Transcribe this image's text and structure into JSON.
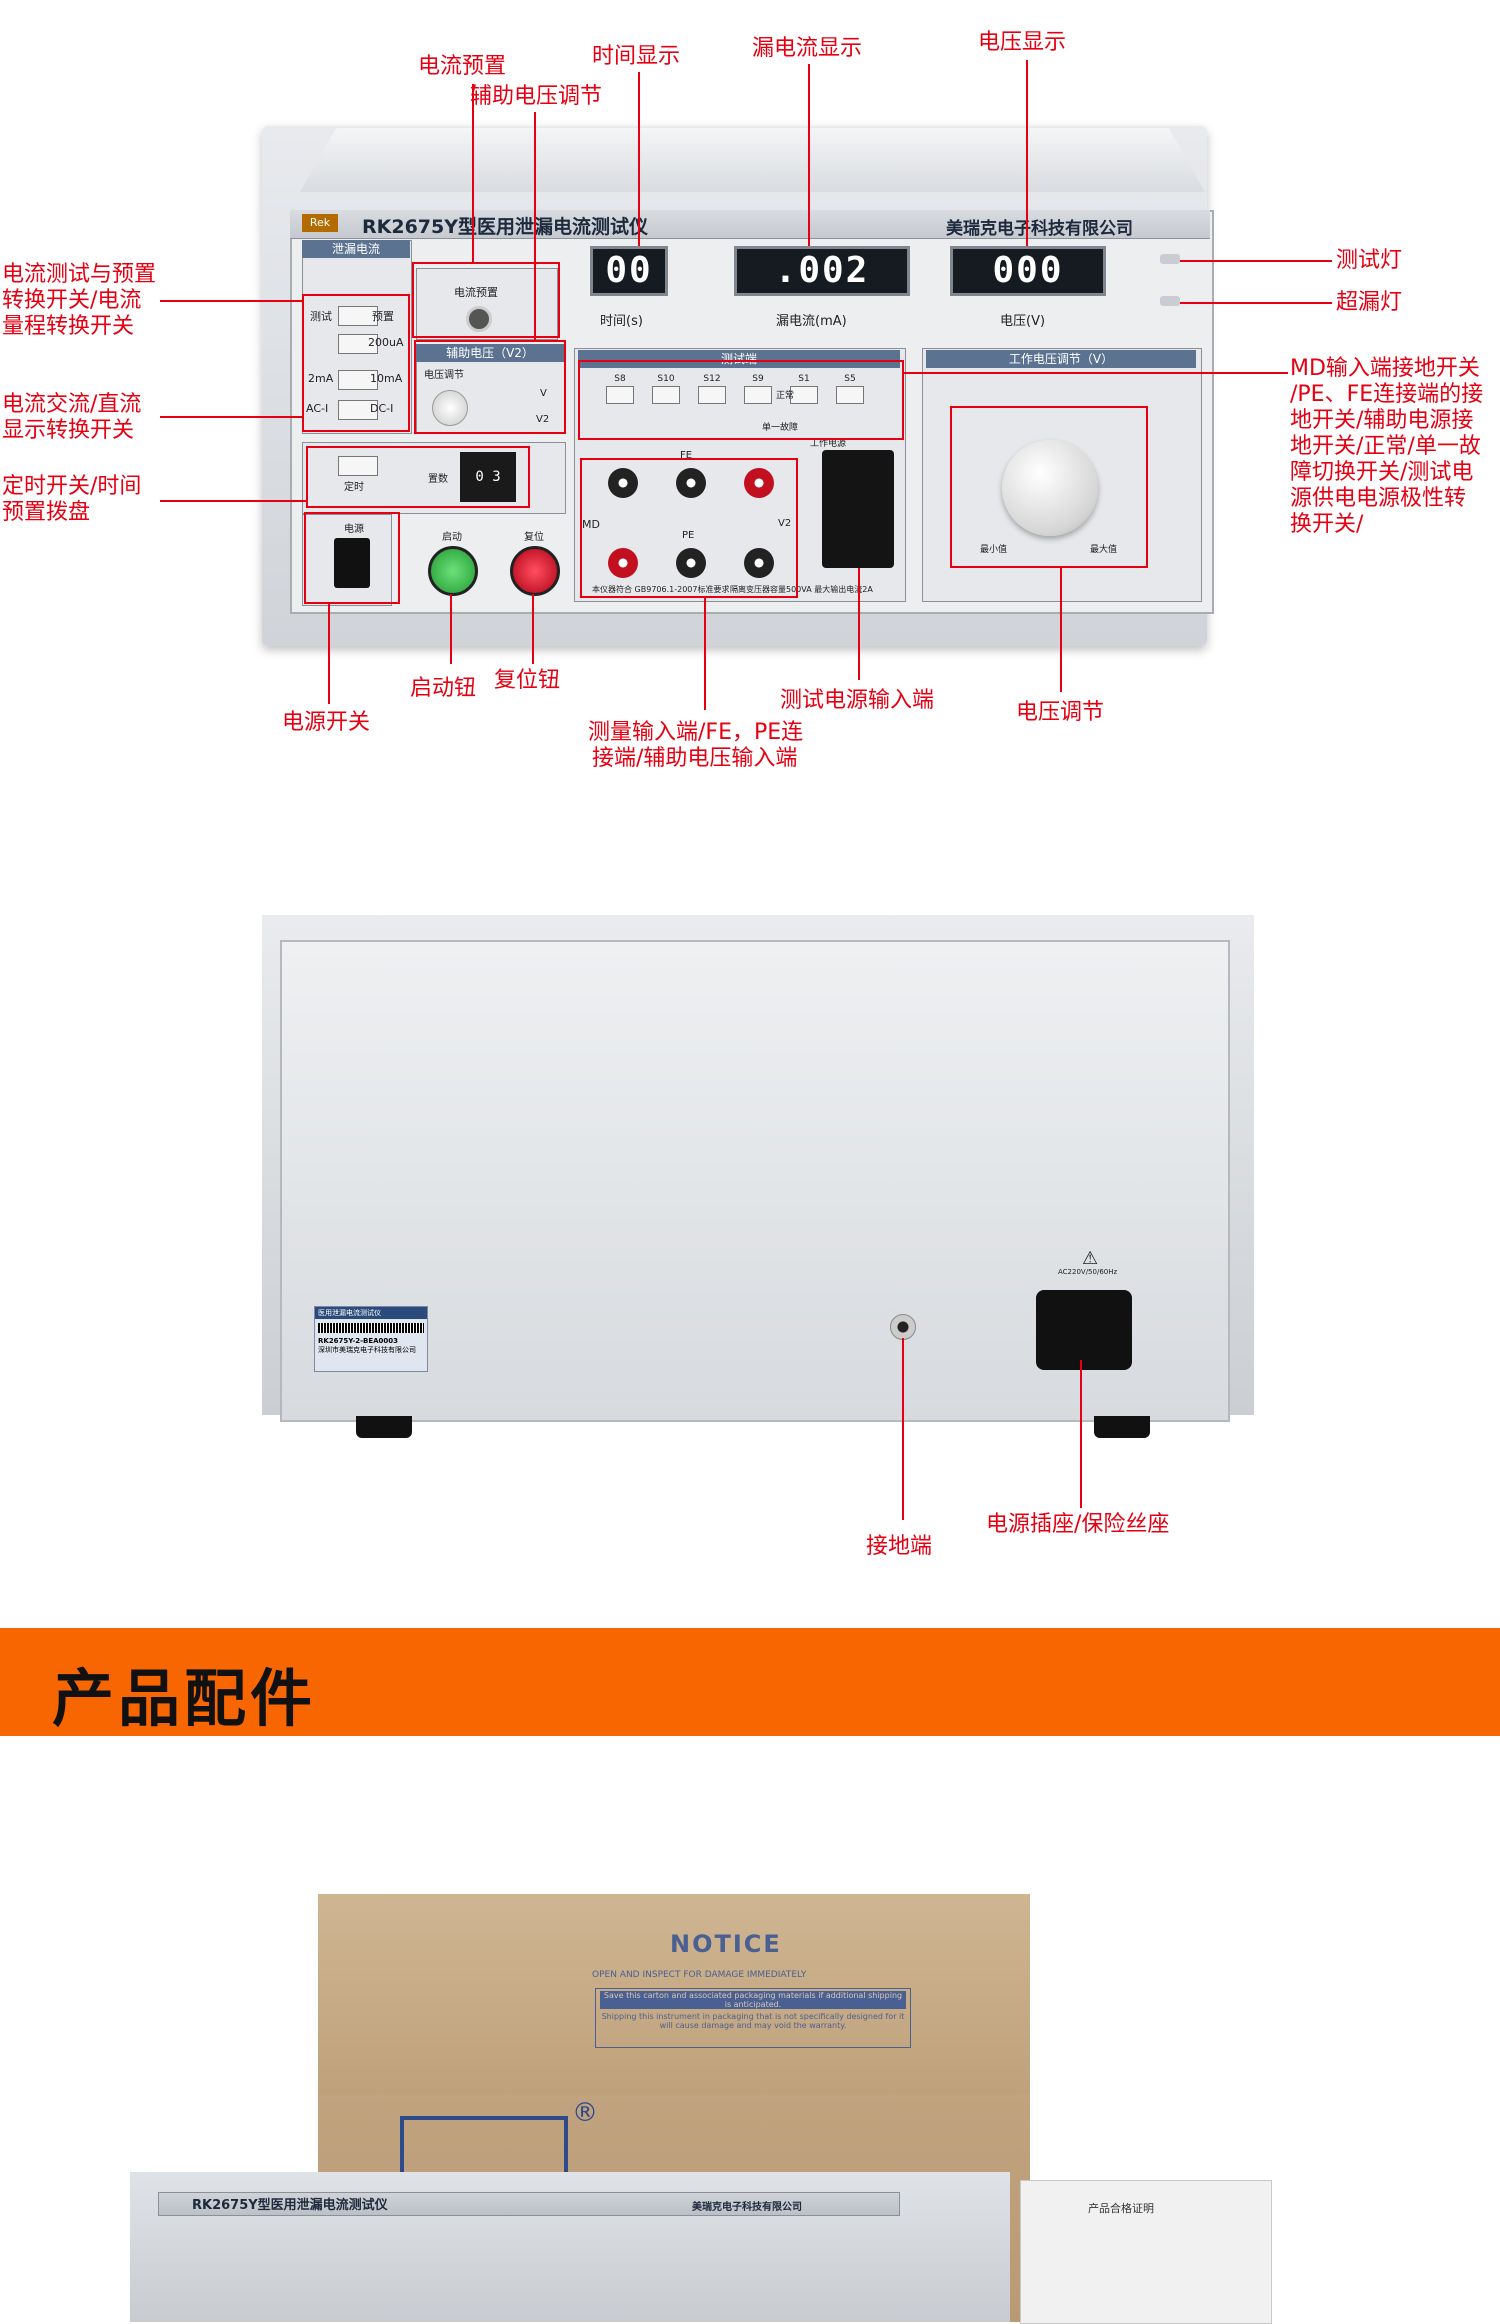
{
  "front_panel": {
    "model_title": "RK2675Y型医用泄漏电流测试仪",
    "brand_logo": "Rek",
    "company": "美瑞克电子科技有限公司",
    "section_leak": "泄漏电流",
    "section_aux_voltage": "辅助电压（V2）",
    "section_test_end": "测试端",
    "section_work_voltage": "工作电压调节（V）",
    "display_time": "00",
    "display_leak": ".002",
    "display_voltage": "000",
    "label_time": "时间(s)",
    "label_leak": "漏电流(mA)",
    "label_voltage": "电压(V)",
    "label_current_preset": "电流预置",
    "label_voltage_adjust": "电压调节",
    "label_test": "测试",
    "label_preset": "预置",
    "label_200ua": "200uA",
    "label_2ma": "2mA",
    "label_10ma": "10mA",
    "label_ac": "AC-I",
    "label_dc": "DC-I",
    "label_timer": "定时",
    "label_set": "置数",
    "timer_value": "0 3",
    "label_power": "电源",
    "label_start": "启动",
    "label_reset": "复位",
    "switches": [
      "S8",
      "S10",
      "S12",
      "S9",
      "S1",
      "S5"
    ],
    "label_normal": "正常",
    "label_single_fault": "单一故障",
    "label_work_power": "工作电源",
    "label_md": "MD",
    "label_pe": "PE",
    "label_fe": "FE",
    "label_v2": "V2",
    "label_v": "V",
    "label_min": "最小值",
    "label_max": "最大值",
    "std_note": "本仪器符合 GB9706.1-2007标准要求",
    "capacity_note": "隔离变压器容量500VA  最大输出电流2A"
  },
  "callouts": {
    "current_preset": "电流预置",
    "time_display": "时间显示",
    "leak_display": "漏电流显示",
    "voltage_display": "电压显示",
    "aux_voltage_adjust": "辅助电压调节",
    "current_switch": [
      "电流测试与预置",
      "转换开关/电流",
      "量程转换开关"
    ],
    "acdc_switch": [
      "电流交流/直流",
      "显示转换开关"
    ],
    "timer_switch": [
      "定时开关/时间",
      "预置拨盘"
    ],
    "test_lamp": "测试灯",
    "over_leak_lamp": "超漏灯",
    "md_switch": [
      "MD输入端接地开关",
      "/PE、FE连接端的接",
      "地开关/辅助电源接",
      "地开关/正常/单一故",
      "障切换开关/测试电",
      "源供电电源极性转",
      "换开关/"
    ],
    "power_switch": "电源开关",
    "start_button": "启动钮",
    "reset_button": "复位钮",
    "test_power_input": "测试电源输入端",
    "measure_input": [
      "测量输入端/FE，PE连",
      "接端/辅助电压输入端"
    ],
    "voltage_adjust": "电压调节",
    "ground_terminal": "接地端",
    "power_socket": "电源插座/保险丝座"
  },
  "rear_panel": {
    "sticker_title": "医用泄漏电流测试仪",
    "sticker_model": "RK2675Y-2-BEA0003",
    "sticker_company": "深圳市美瑞克电子科技有限公司",
    "power_label": "AC220V/50/60Hz"
  },
  "section": {
    "title": "产品配件"
  },
  "box": {
    "notice_title": "NOTICE",
    "notice_sub": "OPEN AND INSPECT FOR DAMAGE IMMEDIATELY",
    "notice_line1": "Save this carton and associated packaging materials if additional shipping is anticipated.",
    "notice_line2": "Shipping this instrument in packaging that is not specifically designed for it will cause damage and may void the warranty.",
    "device_title": "RK2675Y型医用泄漏电流测试仪",
    "device_company": "美瑞克电子科技有限公司",
    "certificate": "产品合格证明",
    "registered": "®"
  },
  "colors": {
    "callout": "#e60012",
    "banner": "#f76600",
    "panel_blue": "#5b7390"
  }
}
